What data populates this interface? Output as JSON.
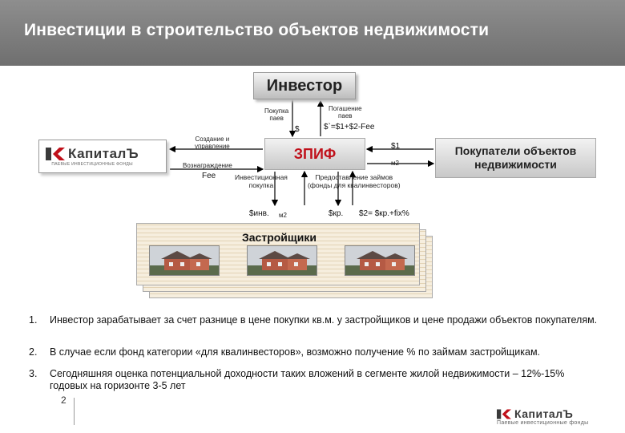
{
  "header": {
    "title": "Инвестиции в строительство объектов недвижимости"
  },
  "diagram": {
    "investor": "Инвестор",
    "zpif": "ЗПИФ",
    "buyers": "Покупатели объектов недвижимости",
    "capital_logo": {
      "name": "КапиталЪ",
      "subtitle": "Паевые инвестиционные фонды"
    },
    "developers": "Застройщики",
    "labels": {
      "purchase_units": [
        "Покупка",
        "паев"
      ],
      "redeem_units": [
        "Погашение",
        "паев"
      ],
      "dollar": "$",
      "redeem_formula": "$`=$1+$2-Fee",
      "creation": [
        "Создание и",
        "управление"
      ],
      "reward": "Вознаграждение",
      "fee": "Fee",
      "investment_purchase": [
        "Инвестиционная",
        "покупка"
      ],
      "loans": [
        "Предоставление займов",
        "(фонды для квалинвесторов)"
      ],
      "s1": "$1",
      "m2_right": "м2",
      "s_inv": "$инв.",
      "m2_left": "м2",
      "s_kr": "$кр.",
      "s2_formula": "$2= $кр.+fix%"
    }
  },
  "notes": [
    {
      "num": "1.",
      "text": "Инвестор зарабатывает за счет разнице в цене покупки кв.м. у застройщиков и цене продажи объектов покупателям."
    },
    {
      "num": "2.",
      "text": "В случае если фонд категории «для квалинвесторов», возможно получение % по займам застройщикам."
    },
    {
      "num": "3.",
      "text": "Сегодняшняя оценка потенциальной доходности таких вложений в сегменте жилой недвижимости – 12%-15% годовых на горизонте 3-5 лет"
    }
  ],
  "page_number": "2",
  "footer_logo": {
    "name": "КапиталЪ",
    "subtitle": "Паевые инвестиционные фонды"
  },
  "colors": {
    "header_bg": "#7a7a7a",
    "zpif_text": "#c0101a",
    "logo_red": "#c0101a",
    "logo_gray": "#3a3a3a"
  }
}
